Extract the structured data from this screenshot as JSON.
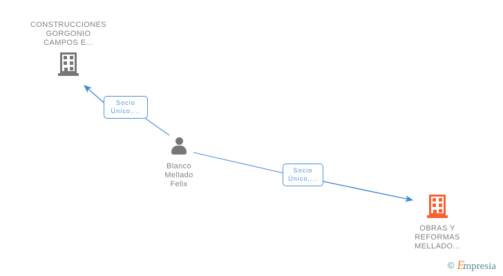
{
  "graph": {
    "background": "#ffffff",
    "edge_color": "#4a90d9",
    "node_text_color": "#808080",
    "company_active_color": "#fb6033",
    "company_inactive_color": "#767676",
    "person_color": "#767676",
    "nodes": [
      {
        "id": "construcciones-gorgonio",
        "type": "company",
        "label": "CONSTRUCCIONES\nGORGONIO\nCAMPOS E...",
        "icon": "building-icon",
        "color": "#767676"
      },
      {
        "id": "blanco-mellado-felix",
        "type": "person",
        "label": "Blanco\nMellado\nFelix",
        "icon": "person-icon",
        "color": "#767676"
      },
      {
        "id": "obras-y-reformas-mellado",
        "type": "company",
        "label": "OBRAS Y\nREFORMAS\nMELLADO...",
        "icon": "building-icon",
        "color": "#fb6033"
      }
    ],
    "edges": [
      {
        "id": "edge-felix-to-construcciones",
        "from": "blanco-mellado-felix",
        "to": "construcciones-gorgonio",
        "label": "Socio\nÚnico,...",
        "arrow": "up-left"
      },
      {
        "id": "edge-felix-to-obras",
        "from": "blanco-mellado-felix",
        "to": "obras-y-reformas-mellado",
        "label": "Socio\nÚnico,...",
        "arrow": "right"
      }
    ]
  },
  "watermark": {
    "copyright": "©",
    "brand_initial": "E",
    "brand_rest": "mpresia"
  }
}
